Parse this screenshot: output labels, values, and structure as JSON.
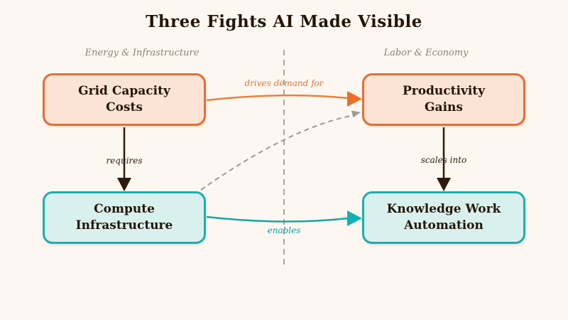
{
  "title": "Three Fights AI Made Visible",
  "columns": {
    "left": "Energy & Infrastructure",
    "right": "Labor & Economy"
  },
  "nodes": [
    {
      "id": "grid-capacity-costs",
      "line1": "Grid Capacity",
      "line2": "Costs",
      "theme": "orange"
    },
    {
      "id": "productivity-gains",
      "line1": "Productivity",
      "line2": "Gains",
      "theme": "orange"
    },
    {
      "id": "compute-infrastructure",
      "line1": "Compute",
      "line2": "Infrastructure",
      "theme": "teal"
    },
    {
      "id": "knowledge-work-automation",
      "line1": "Knowledge Work",
      "line2": "Automation",
      "theme": "teal"
    }
  ],
  "edges": [
    {
      "from": "grid-capacity-costs",
      "to": "productivity-gains",
      "label": "drives demand for",
      "style": "orange-solid"
    },
    {
      "from": "grid-capacity-costs",
      "to": "compute-infrastructure",
      "label": "requires",
      "style": "dark-solid"
    },
    {
      "from": "productivity-gains",
      "to": "knowledge-work-automation",
      "label": "scales into",
      "style": "dark-solid"
    },
    {
      "from": "compute-infrastructure",
      "to": "knowledge-work-automation",
      "label": "enables",
      "style": "teal-solid"
    },
    {
      "from": "compute-infrastructure",
      "to": "productivity-gains",
      "label": "",
      "style": "gray-dashed"
    }
  ],
  "colors": {
    "background": "#fcf8f1",
    "title_text": "#241507",
    "column_label": "#8b8379",
    "orange_border": "#e26f38",
    "orange_fill": "#fbe3d5",
    "orange_arrow": "#e8813e",
    "orange_arrowhead": "#ec6f26",
    "teal_border": "#1daeb0",
    "teal_fill": "#d9f1ee",
    "teal_arrow": "#14a5a8",
    "dark_arrow": "#2c1a0a",
    "dashed_gray": "#9b9b9b",
    "divider_gray": "#aba69f"
  }
}
